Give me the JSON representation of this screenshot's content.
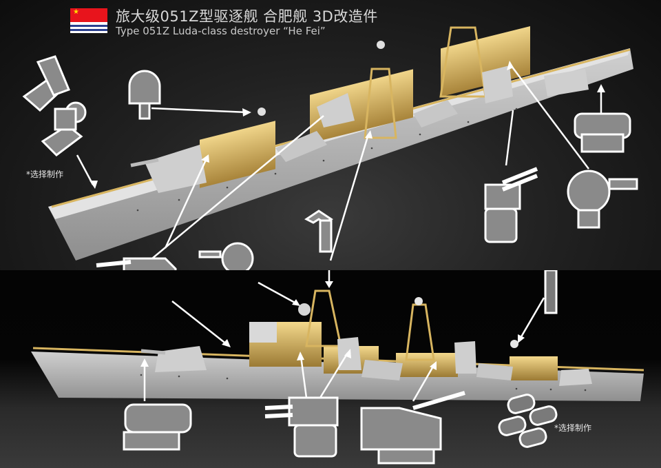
{
  "header": {
    "flag": "pla-navy-ensign",
    "title_cn": "旅大级051Z型驱逐舰 合肥舰 3D改造件",
    "title_en": "Type 051Z  Luda-class destroyer  “He Fei”"
  },
  "notes": {
    "optional_top": "*选择制作",
    "optional_bottom": "*选择制作"
  },
  "colors": {
    "background": "#000000",
    "hull_gray": "#b9b9b9",
    "brass": "#d8b560",
    "callout_part": "#8a8a8a",
    "callout_outline": "#ffffff",
    "flag_red": "#e8141c",
    "flag_blue": "#2a3f8f"
  },
  "callouts": [
    {
      "part": "rocket-launcher-pair",
      "panel": "top"
    },
    {
      "part": "radome-mast",
      "panel": "top"
    },
    {
      "part": "twin-gun-turret",
      "panel": "top"
    },
    {
      "part": "fire-control-director",
      "panel": "top"
    },
    {
      "part": "twin-aa-gun",
      "panel": "top"
    },
    {
      "part": "asw-rocket-launcher",
      "panel": "top"
    },
    {
      "part": "fire-control-director",
      "panel": "bottom"
    },
    {
      "part": "twin-gun-turret",
      "panel": "bottom"
    },
    {
      "part": "radar-fork-mount",
      "panel": "bottom"
    },
    {
      "part": "radome-mast",
      "panel": "bottom"
    },
    {
      "part": "asw-rocket-launcher",
      "panel": "bottom"
    },
    {
      "part": "twin-aa-gun",
      "panel": "bottom"
    },
    {
      "part": "main-gun-turret",
      "panel": "bottom"
    },
    {
      "part": "liferaft-canisters",
      "panel": "bottom"
    }
  ]
}
